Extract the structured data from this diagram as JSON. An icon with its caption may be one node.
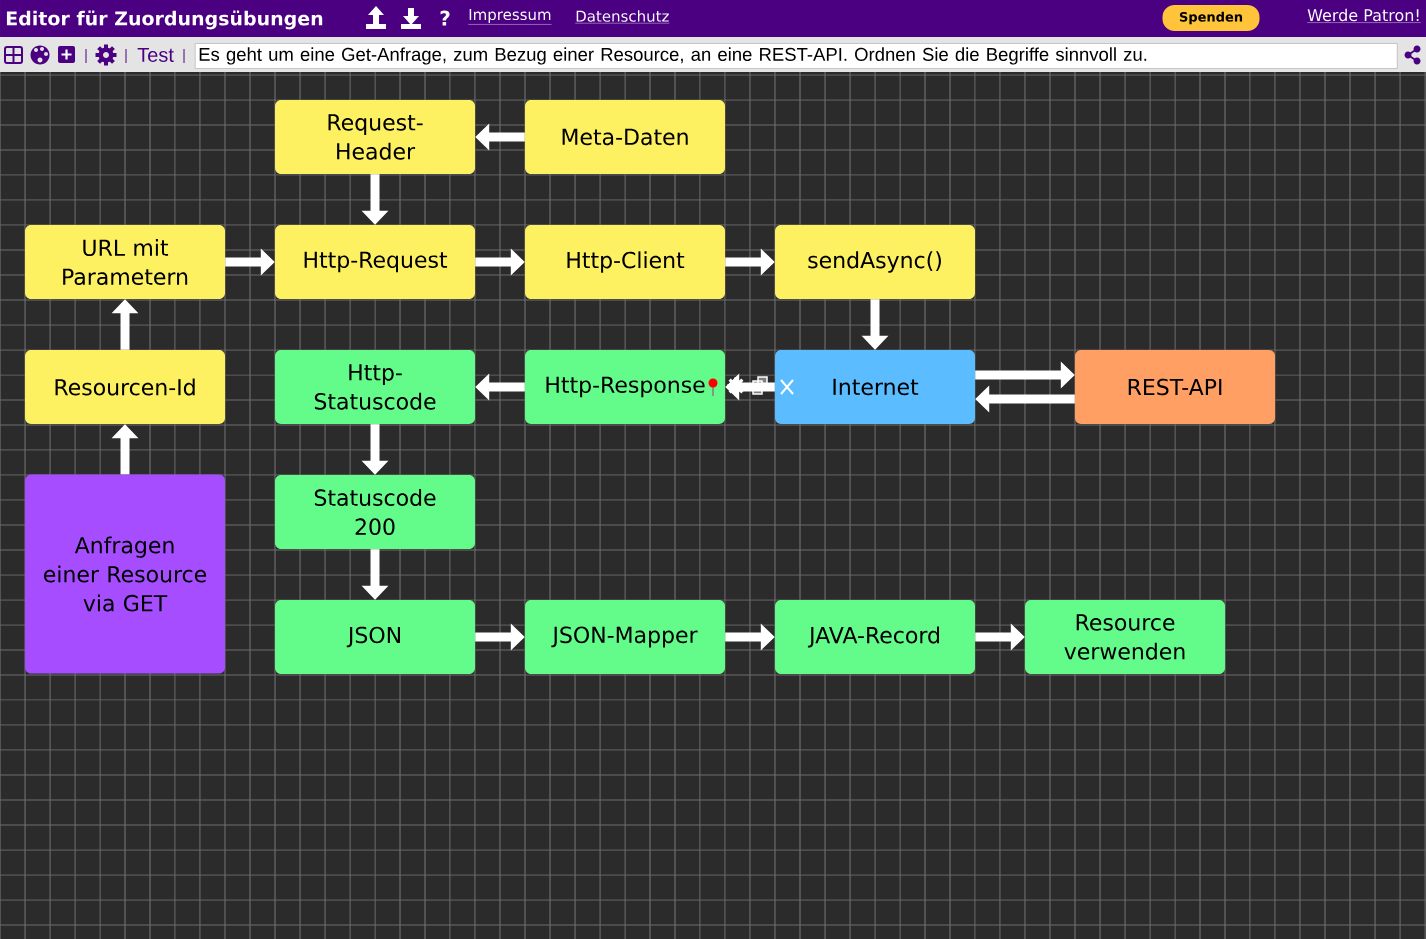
{
  "diagram": {
    "title": "Editor für Zuordungsübungen",
    "nodes": [
      {
        "text": [
          "Request-Header"
        ]
      },
      {
        "text": [
          "Meta-Daten"
        ]
      },
      {
        "text": [
          "URL mit Parametern"
        ]
      },
      {
        "text": [
          "Http-Request"
        ]
      },
      {
        "text": [
          "Http-Client"
        ]
      },
      {
        "text": [
          "sendAsync()"
        ]
      },
      {
        "text": [
          "Resourcen-Id"
        ]
      },
      {
        "text": [
          "Http-Statuscode"
        ]
      },
      {
        "text": [
          "Http-Response"
        ]
      },
      {
        "text": [
          "Internet"
        ]
      },
      {
        "text": [
          "REST-API"
        ]
      },
      {
        "text": [
          "Anfragen einer Resource via GET"
        ]
      },
      {
        "text": [
          "Statuscode 200"
        ]
      },
      {
        "text": [
          "JSON"
        ]
      },
      {
        "text": [
          "JSON-Mapper"
        ]
      },
      {
        "text": [
          "JAVA-Record"
        ]
      },
      {
        "text": [
          "Resource verwenden"
        ]
      }
    ],
    "edges": [
      {
        "from": 1,
        "to": 0,
        "arrow": "to"
      },
      {
        "from": 0,
        "to": 3,
        "arrow": "to"
      },
      {
        "from": 2,
        "to": 3,
        "arrow": "to"
      },
      {
        "from": 3,
        "to": 4,
        "arrow": "to"
      },
      {
        "from": 4,
        "to": 5,
        "arrow": "to"
      },
      {
        "from": 5,
        "to": 9,
        "arrow": "to"
      },
      {
        "from": 9,
        "to": 10,
        "arrow": "to"
      },
      {
        "from": 10,
        "to": 9,
        "arrow": "to"
      },
      {
        "from": 9,
        "to": 8,
        "arrow": "to"
      },
      {
        "from": 8,
        "to": 7,
        "arrow": "to"
      },
      {
        "from": 7,
        "to": 12,
        "arrow": "to"
      },
      {
        "from": 12,
        "to": 13,
        "arrow": "to"
      },
      {
        "from": 13,
        "to": 14,
        "arrow": "to"
      },
      {
        "from": 14,
        "to": 15,
        "arrow": "to"
      },
      {
        "from": 15,
        "to": 16,
        "arrow": "to"
      },
      {
        "from": 6,
        "to": 2,
        "arrow": "to"
      },
      {
        "from": 11,
        "to": 6,
        "arrow": "to"
      }
    ],
    "labels": [
      "?",
      "Impressum",
      "Datenschutz",
      "Spenden",
      "Werde Patron!",
      "Test",
      "Es geht um eine Get-Anfrage, zum Bezug einer Resource, an eine REST-API. Ordnen Sie die Begriffe sinnvoll zu."
    ]
  }
}
